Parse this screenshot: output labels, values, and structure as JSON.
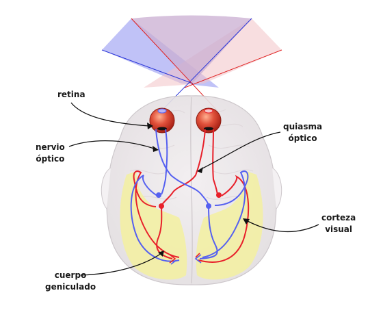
{
  "colors": {
    "left_field": "#8c90f0",
    "right_field": "#f2c2c6",
    "overlap_field": "#c9aed2",
    "left_pathway": "#5560f0",
    "right_pathway": "#e8202a",
    "visual_cortex": "#f3f0a0",
    "brain": "#ece8ea",
    "eye": "#d83a2a"
  },
  "labels": {
    "retina": "retina",
    "nervio_1": "nervio",
    "nervio_2": "óptico",
    "quiasma_1": "quiasma",
    "quiasma_2": "óptico",
    "corteza_1": "corteza",
    "corteza_2": "visual",
    "cuerpo_1": "cuerpo",
    "cuerpo_2": "geniculado"
  }
}
